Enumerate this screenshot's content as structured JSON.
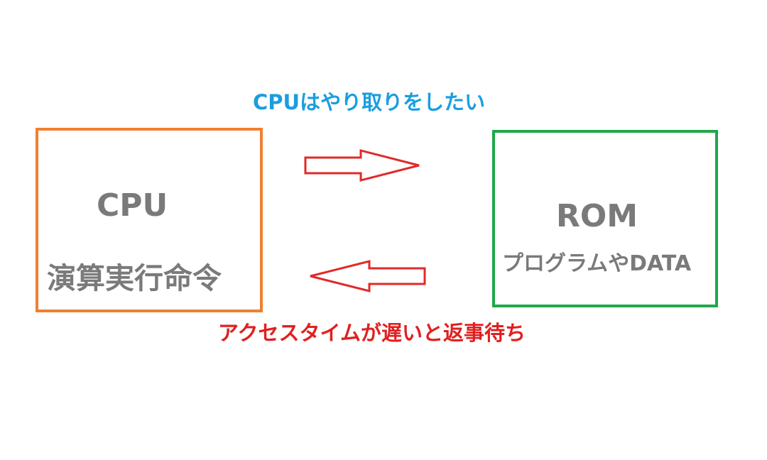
{
  "diagram": {
    "top_caption": "CPUはやり取りをしたい",
    "bottom_caption": "アクセスタイムが遅いと返事待ち",
    "cpu": {
      "title": "CPU",
      "subtitle": "演算実行命令"
    },
    "rom": {
      "title": "ROM",
      "subtitle": "プログラムやDATA"
    }
  },
  "colors": {
    "top_caption": "#1a9ee0",
    "bottom_caption": "#e02020",
    "box_text": "#7a7a7a",
    "cpu_border": "#f08030",
    "rom_border": "#20a848",
    "arrow": "#e02a2a"
  }
}
